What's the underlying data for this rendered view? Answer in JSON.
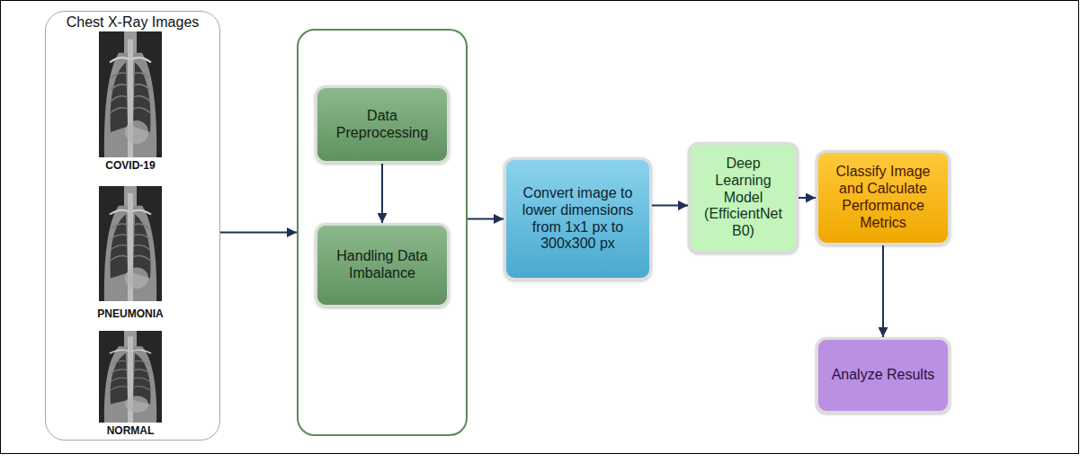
{
  "diagram": {
    "nodes": [
      {
        "text": [
          "Chest X-Ray Images"
        ]
      },
      {
        "text": []
      },
      {
        "text": [
          "Data Preprocessing"
        ],
        "in": 1
      },
      {
        "text": [
          "Handling Data Imbalance"
        ],
        "in": 1
      },
      {
        "text": [
          "Convert image to lower dimensions from 1x1 px to 300x300 px"
        ]
      },
      {
        "text": [
          "Deep Learning Model (EfficientNet B0)"
        ]
      },
      {
        "text": [
          "Classify Image and Calculate Performance Metrics"
        ]
      },
      {
        "text": [
          "Analyze Results"
        ]
      }
    ],
    "edges": [
      {
        "from": 0,
        "to": 1,
        "arrow": "to"
      },
      {
        "from": 2,
        "to": 3,
        "arrow": "to"
      },
      {
        "from": 1,
        "to": 4,
        "arrow": "to"
      },
      {
        "from": 4,
        "to": 5,
        "arrow": "to"
      },
      {
        "from": 5,
        "to": 6,
        "arrow": "to"
      },
      {
        "from": 6,
        "to": 7,
        "arrow": "to"
      }
    ],
    "labels": [
      "COVID-19",
      "PNEUMONIA",
      "NORMAL"
    ]
  }
}
